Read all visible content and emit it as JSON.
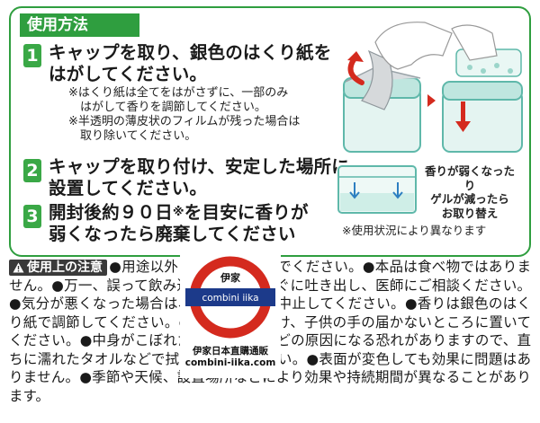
{
  "usage": {
    "title": "使用方法",
    "steps": [
      {
        "number": "1",
        "lines": [
          "キャップを取り、銀色のはくり紙を",
          "はがしてください。"
        ],
        "notes": [
          [
            "※はくり紙は全てをはがさずに、一部のみ",
            "　はがして香りを調節してください。"
          ],
          [
            "※半透明の薄皮状のフィルムが残った場合は",
            "　取り除いてください。"
          ]
        ]
      },
      {
        "number": "2",
        "lines": [
          "キャップを取り付け、安定した場所に",
          "設置してください。"
        ]
      },
      {
        "number": "3",
        "line1_a": "開封後約９０日",
        "line1_sup": "※",
        "line1_b": "を目安に香りが",
        "line2": "弱くなったら廃棄してください"
      }
    ],
    "side_caption": [
      "香りが弱くなったり",
      "ゲルが減ったら",
      "お取り替え"
    ],
    "footnote": "※使用状況により異なります"
  },
  "caution": {
    "badge": "使用上の注意",
    "text": "●用途以外には使用しないでください。●本品は食べ物ではありません。●万一、誤って飲み込んだ場合はすぐに吐き出し、医師にご相談ください。●気分が悪くなった場合は、すぐに使用を中止してください。●香りは銀色のはくり紙で調節してください。●直射日光を避け、子供の手の届かないところに置いてください。●中身がこぼれた場合、シミなどの原因になる恐れがありますので、直ちに濡れたタオルなどで拭き取ってください。●表面が変色しても効果に問題はありません。●季節や天候、設置場所などにより効果や持続期間が異なることがあります。"
  },
  "watermark": {
    "top_label": "伊家",
    "bar_label": "combini iika",
    "name": "伊家日本直購通販",
    "url": "combini-iika.com"
  },
  "colors": {
    "green": "#2f9e3f",
    "teal": "#5fb8aa",
    "red": "#d42a1e",
    "navy": "#1c3a8a"
  }
}
